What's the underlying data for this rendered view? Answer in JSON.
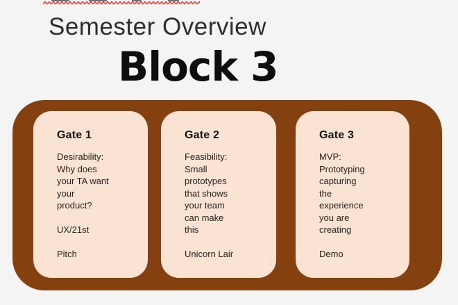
{
  "slide": {
    "subtitle": "Semester Overview",
    "title": "Block 3",
    "gates": [
      {
        "title": "Gate 1",
        "description": "Desirability:\nWhy does\nyour TA want\nyour\nproduct?",
        "deliverables": [
          "UX/21st",
          "Pitch"
        ]
      },
      {
        "title": "Gate 2",
        "description": "Feasibility:\nSmall\nprototypes\nthat shows\nyour team\ncan make\nthis",
        "deliverables": [
          "Unicorn Lair"
        ]
      },
      {
        "title": "Gate 3",
        "description": "MVP:\nPrototyping\ncapturing\nthe\nexperience\nyou are\ncreating",
        "deliverables": [
          "Demo"
        ]
      }
    ]
  },
  "colors": {
    "background": "#f4f4f4",
    "container_brown": "#84400f",
    "card_cream": "#fae3d2",
    "squiggle_red": "#d9453c",
    "title_text": "#0e0e0e",
    "subtitle_text": "#2e2e2e",
    "card_text": "#232323"
  }
}
